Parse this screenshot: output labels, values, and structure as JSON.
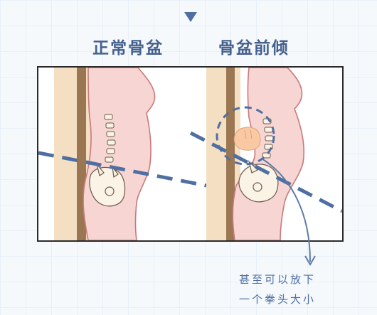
{
  "labels": {
    "normal_pelvis": "正常骨盆",
    "anterior_tilt": "骨盆前倾"
  },
  "annotation": {
    "line1": "甚至可以放下",
    "line2": "一个拳头大小"
  },
  "icons": {
    "top_marker": "down-triangle-icon",
    "fist": "fist-icon",
    "arrow": "curved-arrow-icon"
  },
  "colors": {
    "title": "#44608e",
    "dashed_line": "#4f6fa3",
    "skin": "#f7d5d2",
    "outline": "#c9797b",
    "wall_light": "#f4dfc3",
    "wall_dark": "#9a7752",
    "bone": "#fbf3e6"
  }
}
